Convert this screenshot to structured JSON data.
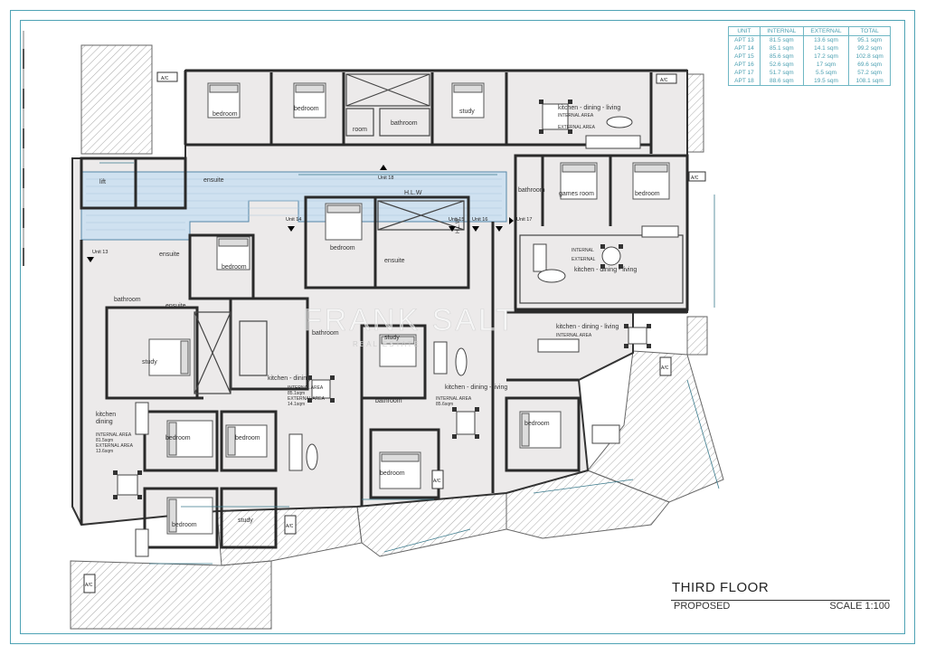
{
  "title": "THIRD FLOOR",
  "subtitle": "PROPOSED",
  "scale": "SCALE 1:100",
  "watermark": "FRANK SALT",
  "watermark_sub": "REAL ESTATE",
  "area_table": {
    "headers": [
      "UNIT",
      "INTERNAL",
      "EXTERNAL",
      "TOTAL"
    ],
    "rows": [
      [
        "APT 13",
        "81.5 sqm",
        "13.6 sqm",
        "95.1 sqm"
      ],
      [
        "APT 14",
        "85.1 sqm",
        "14.1 sqm",
        "99.2 sqm"
      ],
      [
        "APT 15",
        "85.6 sqm",
        "17.2 sqm",
        "102.8 sqm"
      ],
      [
        "APT 16",
        "52.6 sqm",
        "17 sqm",
        "69.6 sqm"
      ],
      [
        "APT 17",
        "51.7 sqm",
        "5.5 sqm",
        "57.2 sqm"
      ],
      [
        "APT 18",
        "88.6 sqm",
        "19.5 sqm",
        "108.1 sqm"
      ]
    ]
  },
  "rooms": {
    "bedroom_top1": "bedroom",
    "bedroom_top2": "bedroom",
    "bathroom_top": "bathroom",
    "room_top": "room",
    "study_top": "study",
    "kdl_18": "kitchen - dining - living",
    "int_18": "INTERNAL AREA",
    "ext_18": "EXTERNAL AREA",
    "lift": "lift",
    "ensuite_1": "ensuite",
    "hlw_top": "H.L.W",
    "hlw_side": "H.L.W",
    "bathroom_17": "bathroom",
    "games_room": "games room",
    "bedroom_mid": "bedroom",
    "ensuite_2": "ensuite",
    "ensuite_3": "ensuite",
    "bedroom_14": "bedroom",
    "kdl_17": "kitchen - dining - living",
    "int_17": "INTERNAL",
    "ext_17": "EXTERNAL",
    "bathroom_13": "bathroom",
    "ensuite_4": "ensuite",
    "study_13": "study",
    "kdl_16": "kitchen - dining - living",
    "int_16": "INTERNAL AREA",
    "bathroom_mid": "bathroom",
    "study_mid": "study",
    "kitchen_14": "kitchen - dining",
    "int_14": "INTERNAL AREA",
    "int_14_val": "85.1sqm",
    "ext_14": "EXTERNAL AREA",
    "ext_14_val": "14.1sqm",
    "kdl_15": "kitchen - dining - living",
    "int_15": "INTERNAL AREA",
    "int_15_val": "85.6sqm",
    "bathroom_15": "bathroom",
    "kitchen_13": "kitchen",
    "dining_13": "dining",
    "int_13": "INTERNAL AREA",
    "int_13_val": "81.5sqm",
    "ext_13": "EXTERNAL AREA",
    "ext_13_val": "13.6sqm",
    "bedroom_13a": "bedroom",
    "bedroom_13b": "bedroom",
    "bedroom_16": "bedroom",
    "bedroom_15": "bedroom",
    "bedroom_bl": "bedroom",
    "study_bl": "study"
  },
  "units": {
    "u13": "Unit 13",
    "u14": "Unit 14",
    "u15": "Unit 15",
    "u16": "Unit 16",
    "u17": "Unit 17",
    "u18": "Unit 18"
  },
  "ac_labels": [
    "A/C",
    "A/C",
    "A/C",
    "A/C",
    "A/C",
    "A/C",
    "A/C"
  ]
}
